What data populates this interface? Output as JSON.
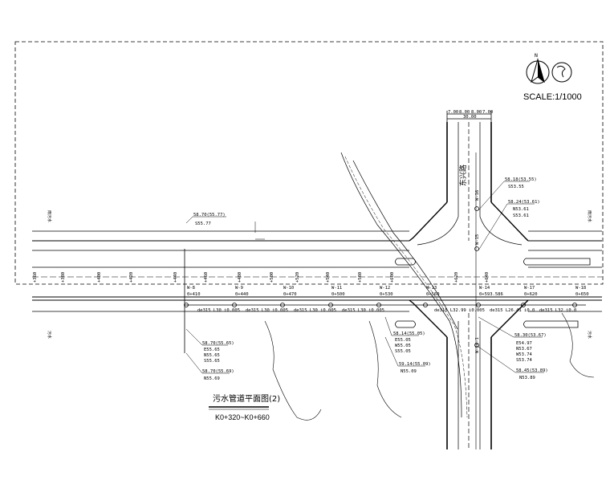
{
  "scale_text": "SCALE:1/1000",
  "north_label": "N",
  "title": {
    "main": "污水管道平面图(2)",
    "range": "K0+320~K0+660"
  },
  "road_name": "东兴路",
  "cross_section": {
    "widths": [
      "7.00",
      "8.00",
      "8.00",
      "7.00"
    ],
    "total": "30.00"
  },
  "pipe_segments": [
    "de315 L30 i0.005",
    "de315 L30 i0.005",
    "de315 L30 i0.005",
    "de315 L30 i0.005",
    "de315 L32.99 i0.005",
    "de315 L26.41 i0.0",
    "de315 L32 i0.0"
  ],
  "wells": [
    {
      "id": "W-8",
      "station": "0+410"
    },
    {
      "id": "W-9",
      "station": "0+440"
    },
    {
      "id": "W-10",
      "station": "0+470"
    },
    {
      "id": "W-11",
      "station": "0+500"
    },
    {
      "id": "W-12",
      "station": "0+530"
    },
    {
      "id": "W-13",
      "station": "0+560"
    },
    {
      "id": "W-14",
      "station": "0+593.586"
    },
    {
      "id": "W-17",
      "station": "0+620"
    },
    {
      "id": "W-18",
      "station": "0+650"
    }
  ],
  "branch_wells": [
    "W-16",
    "W-15",
    "W-14-1"
  ],
  "stations": [
    "+360",
    "+380",
    "+400",
    "+420",
    "+440",
    "+460",
    "+480",
    "+500",
    "+520",
    "+540",
    "+580",
    "+600",
    "+620",
    "+640"
  ],
  "annotations": {
    "top_left": [
      "58.70(55.77)",
      "S55.77"
    ],
    "bottom_left": [
      "58.70(55.65)",
      "E55.65",
      "N55.65",
      "S55.65"
    ],
    "bottom_left2": [
      "58.70(55.69)",
      "N55.69"
    ],
    "mid": [
      "58.14(55.05)",
      "E55.05",
      "W55.05",
      "S55.05"
    ],
    "mid2": [
      "59.14(55.09)",
      "N55.09"
    ],
    "right_top": [
      "58.18(53.55)",
      "S53.55"
    ],
    "right_top2": [
      "58.24(53.61)",
      "N53.61",
      "S53.61"
    ],
    "right_bottom": [
      "58.30(53.67)",
      "E54.97",
      "N53.67",
      "W53.74",
      "S53.74"
    ],
    "right_bottom2": [
      "58.45(53.89)",
      "N53.89"
    ]
  },
  "side_labels": {
    "left_top": "雨污水",
    "left_bottom": "污水",
    "right_top": "雨污水",
    "right_bottom": "污水"
  }
}
